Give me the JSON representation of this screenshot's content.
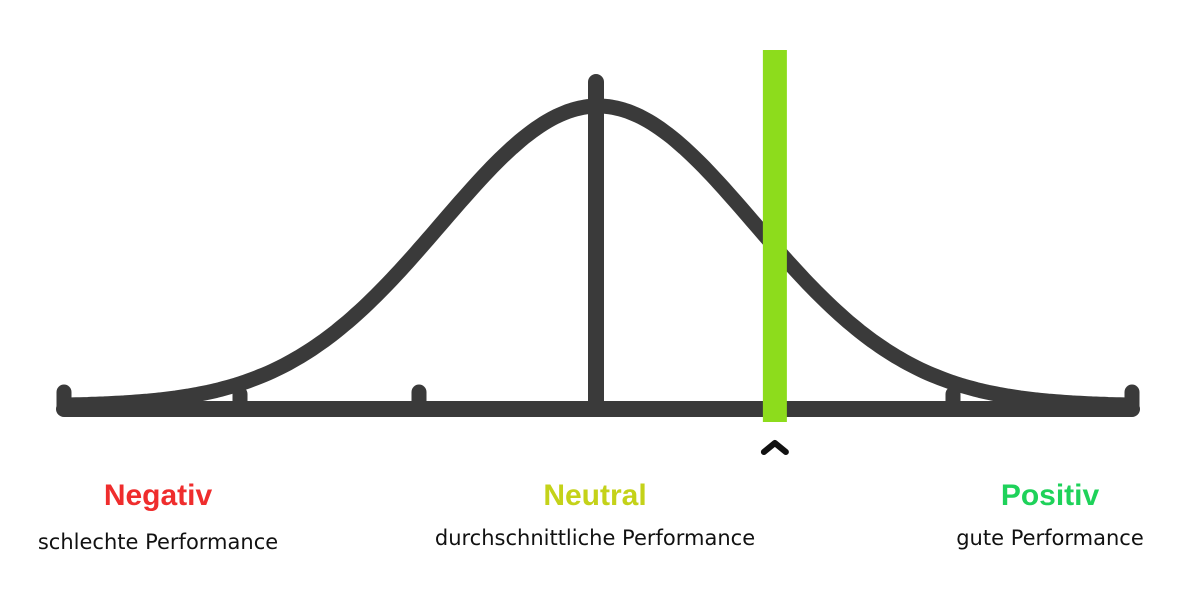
{
  "colors": {
    "curve": "#3a3a3a",
    "marker": "#8ddc1c",
    "pointer": "#111111",
    "negative": "#ef2d2d",
    "neutral": "#c4d219",
    "positive": "#1ed25a"
  },
  "distribution": {
    "mean_position": 0.5,
    "marker_position": 0.66
  },
  "categories": {
    "negative": {
      "title": "Negativ",
      "description": "schlechte Performance"
    },
    "neutral": {
      "title": "Neutral",
      "description": "durchschnittliche Performance"
    },
    "positive": {
      "title": "Positiv",
      "description": "gute Performance"
    }
  }
}
